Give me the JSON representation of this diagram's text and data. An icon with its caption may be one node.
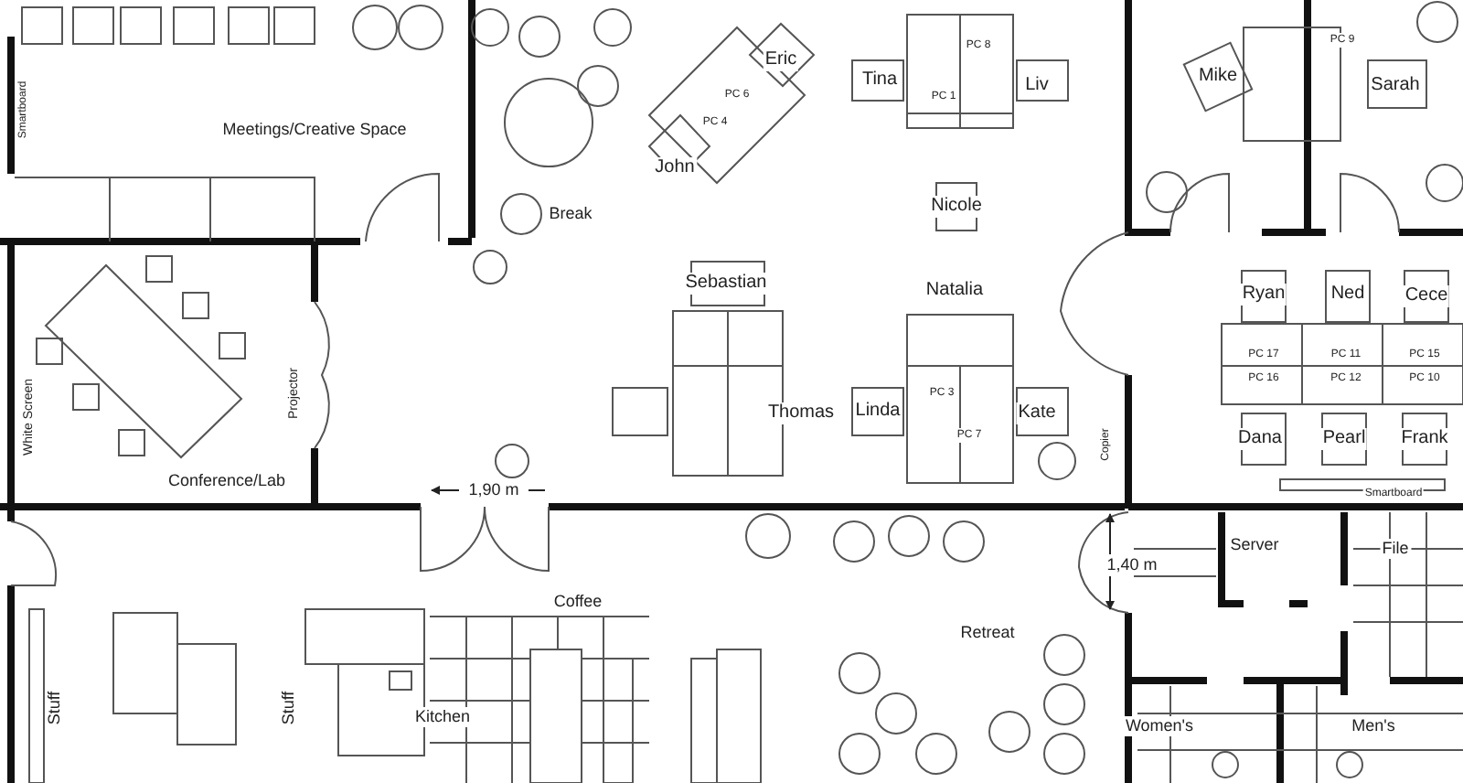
{
  "diagram": {
    "labels": [
      "Smartboard",
      "Eric",
      "PC 8",
      "PC 9",
      "Mike",
      "Sarah",
      "PC 6",
      "Tina",
      "PC 1",
      "Liv",
      "PC 4",
      "Meetings/Creative Space",
      "John",
      "Break",
      "Nicole",
      "Ryan",
      "Ned",
      "Cece",
      "Sebastian",
      "Natalia",
      "PC 17",
      "PC 11",
      "PC 15",
      "PC 16",
      "PC 12",
      "PC 10",
      "White Screen",
      "Projector",
      "Thomas",
      "Linda",
      "Kate",
      "PC 3",
      "PC 7",
      "Copier",
      "Dana",
      "Pearl",
      "Frank",
      "Conference/Lab",
      "1,90 m",
      "Smartboard",
      "Server",
      "File",
      "1,40 m",
      "Coffee",
      "Retreat",
      "Stuff",
      "Stuff",
      "Kitchen",
      "Women's",
      "Men's"
    ]
  }
}
